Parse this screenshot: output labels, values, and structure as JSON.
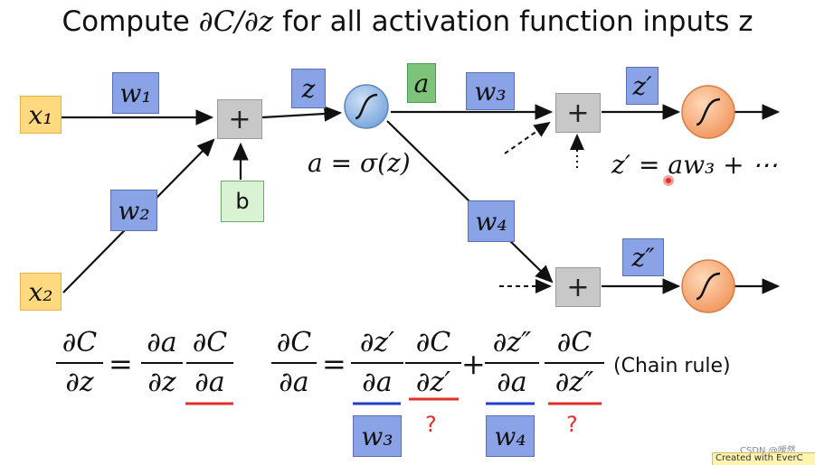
{
  "title": {
    "prefix": "Compute ",
    "math": "∂C/∂z",
    "suffix": " for all activation function inputs z"
  },
  "nodes": {
    "x1": "x₁",
    "x2": "x₂",
    "w1": "w₁",
    "w2": "w₂",
    "w3": "w₃",
    "w4": "w₄",
    "b": "b",
    "z": "z",
    "a": "a",
    "z_prime": "z′",
    "z_double_prime": "z″",
    "plus": "+"
  },
  "equations": {
    "a_def": "a = σ(z)",
    "z_prime_def": "z′ = aw₃ + ⋯"
  },
  "formula1": {
    "lhs_num": "∂C",
    "lhs_den": "∂z",
    "eq": "=",
    "f1_num": "∂a",
    "f1_den": "∂z",
    "f2_num": "∂C",
    "f2_den": "∂a"
  },
  "formula2": {
    "lhs_num": "∂C",
    "lhs_den": "∂a",
    "eq": "=",
    "t1_num": "∂z′",
    "t1_den": "∂a",
    "t2_num": "∂C",
    "t2_den": "∂z′",
    "plus": "+",
    "t3_num": "∂z″",
    "t3_den": "∂a",
    "t4_num": "∂C",
    "t4_den": "∂z″",
    "note": "(Chain rule)"
  },
  "answers": {
    "w3": "w₃",
    "w4": "w₄",
    "q1": "?",
    "q2": "?"
  },
  "watermark": {
    "csdn": "CSDN @嗳然",
    "evercam": "Created with EverC"
  },
  "colors": {
    "weight_box": "#8aa3e6",
    "input_box": "#ffd980",
    "activation": "#7dc37a",
    "blue_underline": "#1f3fd0",
    "red_underline": "#e0302a"
  }
}
